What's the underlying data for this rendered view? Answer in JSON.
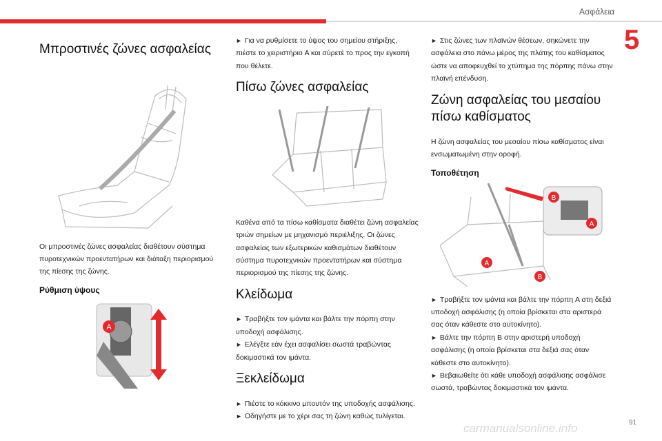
{
  "header": {
    "section_title": "Ασφάλεια",
    "chapter_number": "5"
  },
  "col1": {
    "heading": "Μπροστινές ζώνες ασφαλείας",
    "para1": "Οι μπροστινές ζώνες ασφαλείας διαθέτουν σύστημα πυροτεχνικών προεντατήρων και διάταξη περιορισμού της πίεσης της ζώνης.",
    "sub_heading": "Ρύθμιση ύψους",
    "fig_label": "A"
  },
  "col2": {
    "bullet_top": "Για να ρυθμίσετε το ύψος του σημείου στήριξης, πιέστε το χειριστήριο A και σύρετέ το προς την εγκοπή που θέλετε.",
    "heading_rear": "Πίσω ζώνες ασφαλείας",
    "para_rear": "Καθένα από τα πίσω καθίσματα διαθέτει ζώνη ασφαλείας τριών σημείων με μηχανισμό περιέλιξης. Οι ζώνες ασφαλείας των εξωτερικών καθισμάτων διαθέτουν σύστημα πυροτεχνικών προεντατήρων και σύστημα περιορισμού της πίεσης της ζώνης.",
    "heading_lock": "Κλείδωμα",
    "lock_bullets": [
      "Τραβήξτε τον ιμάντα και βάλτε την πόρπη στην υποδοχή ασφάλισης.",
      "Ελέγξτε εάν έχει ασφαλίσει σωστά τραβώντας δοκιμαστικά τον ιμάντα."
    ],
    "heading_unlock": "Ξεκλείδωμα",
    "unlock_bullets": [
      "Πιέστε το κόκκινο μπουτόν της υποδοχής ασφάλισης.",
      "Οδηγήστε με το χέρι σας τη ζώνη καθώς τυλίγεται."
    ]
  },
  "col3": {
    "bullet_top": "Στις ζώνες των πλαϊνών θέσεων, σηκώνετε την ασφάλεια στο πάνω μέρος της πλάτης του καθίσματος ώστε να αποφευχθεί το χτύπημα της πόρπης πάνω στην πλαϊνή επένδυση.",
    "heading_middle": "Ζώνη ασφαλείας του μεσαίου πίσω καθίσματος",
    "para_middle": "Η ζώνη ασφαλείας του μεσαίου πίσω καθίσματος είναι ενσωματωμένη στην οροφή.",
    "sub_heading": "Τοποθέτηση",
    "fig_labels": [
      "B",
      "A",
      "A",
      "B"
    ],
    "bullets": [
      "Τραβήξτε τον ιμάντα και βάλτε την πόρπη A στη δεξιά υποδοχή ασφάλισης (η οποία βρίσκεται στα αριστερά σας όταν κάθεστε στο αυτοκίνητο).",
      "Βάλτε την πόρπη B στην αριστερή υποδοχή ασφάλισης (η οποία βρίσκεται στα δεξιά σας όταν κάθεστε στο αυτοκίνητο).",
      "Βεβαιωθείτε ότι κάθε υποδοχή ασφάλισης ασφάλισε σωστά, τραβώντας δοκιμαστικά τον ιμάντα."
    ]
  },
  "footer": {
    "page_number": "91",
    "watermark": "carmanualsonline.info"
  },
  "colors": {
    "accent": "#e22b2e"
  }
}
